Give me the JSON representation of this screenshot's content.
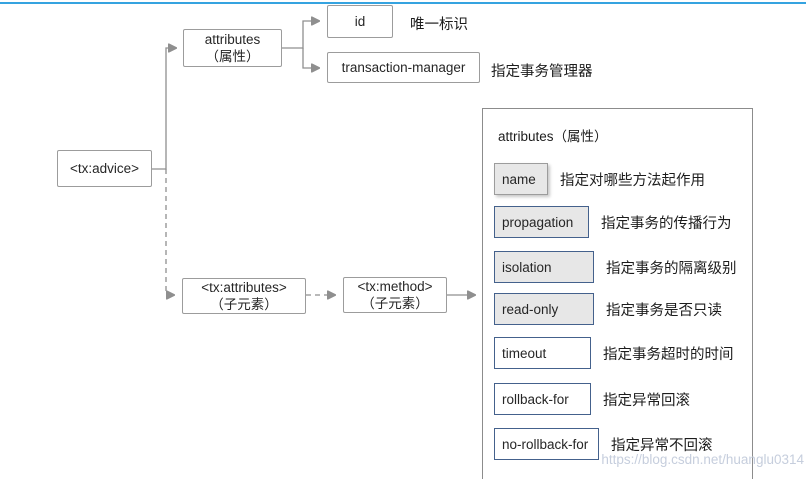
{
  "colors": {
    "accent_line": "#35a3e0",
    "connector": "#8f8f8f",
    "node_border": "#9c9c9c",
    "panel_border": "#8c8c8c",
    "blue_border": "#44618c",
    "gray_fill": "#e7e7e7",
    "watermark_color": "#c6cedd",
    "text": "#1f1f1f"
  },
  "nodes": {
    "advice": "<tx:advice>",
    "attributes_line1": "attributes",
    "attributes_line2": "（属性）",
    "id": "id",
    "id_desc": "唯一标识",
    "transaction_manager": "transaction-manager",
    "transaction_manager_desc": "指定事务管理器",
    "tx_attributes_line1": "<tx:attributes>",
    "tx_attributes_line2": "（子元素）",
    "tx_method_line1": "<tx:method>",
    "tx_method_line2": "（子元素）"
  },
  "panel": {
    "title": "attributes（属性）",
    "rows": [
      {
        "label": "name",
        "desc": "指定对哪些方法起作用",
        "fill": "gray-plain"
      },
      {
        "label": "propagation",
        "desc": "指定事务的传播行为",
        "fill": "gray"
      },
      {
        "label": "isolation",
        "desc": "指定事务的隔离级别",
        "fill": "gray"
      },
      {
        "label": "read-only",
        "desc": "指定事务是否只读",
        "fill": "gray"
      },
      {
        "label": "timeout",
        "desc": "指定事务超时的时间",
        "fill": "white"
      },
      {
        "label": "rollback-for",
        "desc": "指定异常回滚",
        "fill": "white"
      },
      {
        "label": "no-rollback-for",
        "desc": "指定异常不回滚",
        "fill": "white"
      }
    ]
  },
  "watermark": "https://blog.csdn.net/huanglu0314"
}
